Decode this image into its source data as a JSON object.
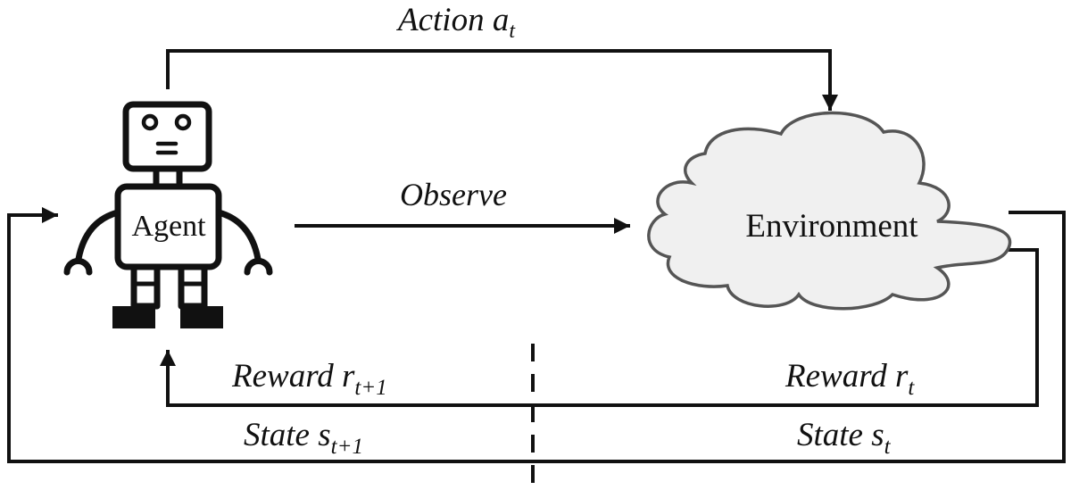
{
  "agent": {
    "label": "Agent",
    "icon": "robot-icon"
  },
  "environment": {
    "label": "Environment",
    "icon": "cloud-icon",
    "fill": "#f0f0f0",
    "stroke": "#555555"
  },
  "action": {
    "label": "Action",
    "symbol": "a",
    "subscript": "t"
  },
  "observe": {
    "label": "Observe"
  },
  "reward_new": {
    "label": "Reward",
    "symbol": "r",
    "subscript": "t+1"
  },
  "reward_current": {
    "label": "Reward",
    "symbol": "r",
    "subscript": "t"
  },
  "state_new": {
    "label": "State",
    "symbol": "s",
    "subscript": "t+1"
  },
  "state_current": {
    "label": "State",
    "symbol": "s",
    "subscript": "t"
  }
}
